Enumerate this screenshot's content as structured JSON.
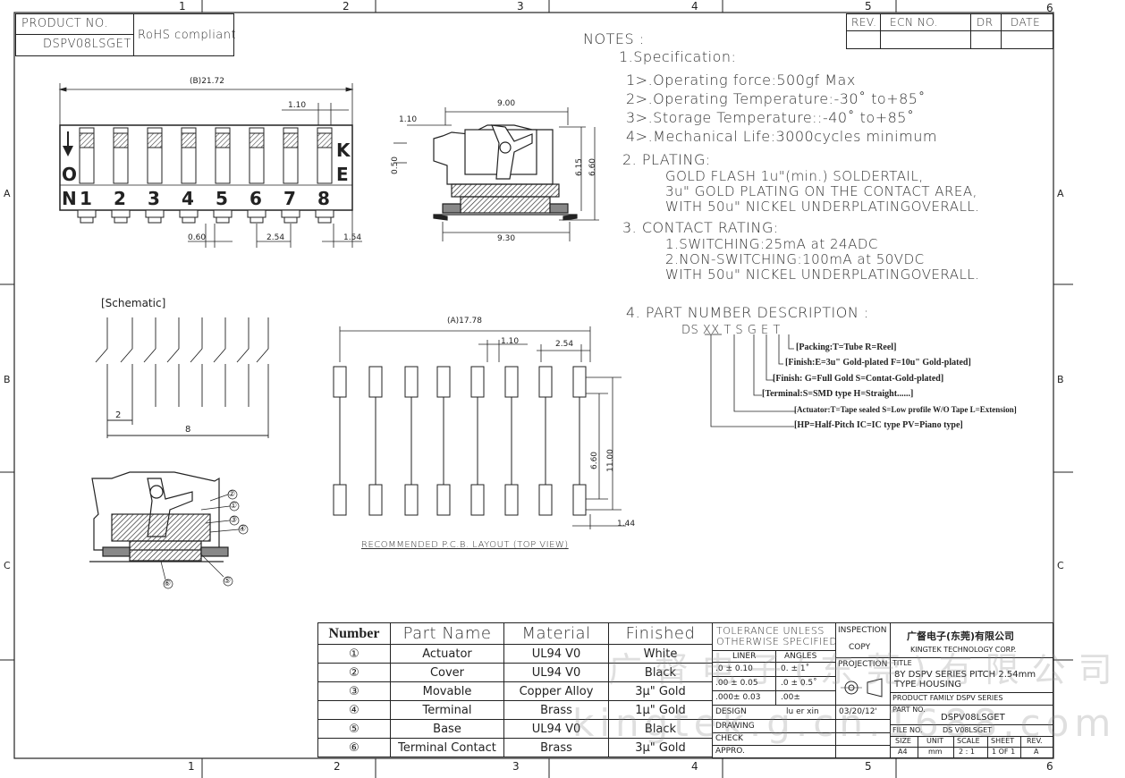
{
  "border": {
    "top_numbers": [
      "1",
      "2",
      "3",
      "4",
      "5",
      "6"
    ],
    "bottom_numbers": [
      "1",
      "2",
      "3",
      "4",
      "5",
      "6"
    ],
    "side_letters": [
      "A",
      "B",
      "C"
    ]
  },
  "title_block": {
    "product_label": "PRODUCT   NO.",
    "product_no": "DSPV08LSGET",
    "rohs": "RoHS  compliant"
  },
  "revision_block": {
    "rev": "REV.",
    "ecn": "ECN  NO.",
    "dr": "DR",
    "date": "DATE"
  },
  "notes": {
    "title": "NOTES :",
    "spec_title": "1.Specification:",
    "spec_items": [
      "1>.Operating  force:500gf  Max",
      "2>.Operating  Temperature:-30˚ to+85˚",
      "3>.Storage  Temperature::-40˚ to+85˚",
      "4>.Mechanical  Life:3000cycles  minimum"
    ],
    "plating_title": "2.  PLATING:",
    "plating_lines": [
      "GOLD  FLASH  1u\"(min.)  SOLDERTAIL,",
      "3u\"  GOLD  PLATING    ON  THE  CONTACT  AREA,",
      "WITH  50u\"  NICKEL  UNDERPLATINGOVERALL."
    ],
    "contact_title": "3.  CONTACT  RATING:",
    "contact_lines": [
      "1.SWITCHING:25mA  at  24ADC",
      "2.NON-SWITCHING:100mA  at  50VDC",
      "WITH  50u\"  NICKEL  UNDERPLATINGOVERALL."
    ],
    "pn_title": "4.  PART  NUMBER  DESCRIPTION  :",
    "pn_code": "DS XX  T  S G E T",
    "pn_desc": [
      "[Packing:T=Tube  R=Reel]",
      "[Finish:E=3u\" Gold-plated  F=10u\" Gold-plated]",
      "[Finish:  G=Full Gold  S=Contat-Gold-plated]",
      "[Terminal:S=SMD  type   H=Straight......]",
      "[Actuator:T=Tape sealed S=Low profile W/O Tape L=Extension]",
      "[HP=Half-Pitch  IC=IC type  PV=Piano type]"
    ]
  },
  "top_view": {
    "width_dim": "(B)21.72",
    "dim_110": "1.10",
    "dim_060": "0.60",
    "dim_254": "2.54",
    "dim_154": "1.54",
    "on_label": [
      "O",
      "N"
    ],
    "ke_label": [
      "K",
      "E"
    ],
    "numbers": [
      "1",
      "2",
      "3",
      "4",
      "5",
      "6",
      "7",
      "8"
    ]
  },
  "side_view": {
    "dim_900": "9.00",
    "dim_110": "1.10",
    "dim_050": "0.50",
    "dim_615": "6.15",
    "dim_660": "6.60",
    "dim_930": "9.30"
  },
  "schematic": {
    "label": "[Schematic]",
    "dim_2": "2",
    "dim_8": "8"
  },
  "pcb": {
    "width_dim": "(A)17.78",
    "dim_110": "1.10",
    "dim_254": "2.54",
    "dim_660": "6.60",
    "dim_1100": "11.00",
    "dim_144": "1.44",
    "caption": "RECOMMENDED  P.C.B.  LAYOUT  (TOP  VIEW)"
  },
  "callouts": [
    "②",
    "①",
    "③",
    "④",
    "⑤",
    "⑥"
  ],
  "bom": {
    "headers": [
      "Number",
      "Part  Name",
      "Material",
      "Finished"
    ],
    "rows": [
      {
        "num": "①",
        "name": "Actuator",
        "material": "UL94  V0",
        "finish": "White"
      },
      {
        "num": "②",
        "name": "Cover",
        "material": "UL94  V0",
        "finish": "Black"
      },
      {
        "num": "③",
        "name": "Movable",
        "material": "Copper  Alloy",
        "finish": "3μ\" Gold"
      },
      {
        "num": "④",
        "name": "Terminal",
        "material": "Brass",
        "finish": "1μ\" Gold"
      },
      {
        "num": "⑤",
        "name": "Base",
        "material": "UL94  V0",
        "finish": "Black"
      },
      {
        "num": "⑥",
        "name": "Terminal  Contact",
        "material": "Brass",
        "finish": "3μ\" Gold"
      }
    ]
  },
  "tolerance": {
    "title1": "TOLERANCE  UNLESS",
    "title2": "OTHERWISE  SPECIFIED",
    "liner": "LINER",
    "angles": "ANGLES",
    "r1a": ".0   ±  0.10",
    "r1b": "0.  ±   1˚",
    "r2a": ".00  ±  0.05",
    "r2b": ".0  ±  0.5˚",
    "r3a": ".000±   0.03",
    "r3b": ".00±",
    "design": "DESIGN",
    "designer": "lu  er  xin",
    "date": "03/20/12'",
    "drawing": "DRAWING",
    "check": "CHECK",
    "appro": "APPRO."
  },
  "inspection": {
    "insp": "INSPECTION",
    "copy": "COPY",
    "projection": "PROJECTION"
  },
  "company": {
    "name_cn": "广督电子(东莞)有限公司",
    "name_en": "KINGTEK  TECHNOLOGY  CORP.",
    "title_label": "TITLE",
    "title_1": "8Y  DSPV  SERIES  PITCH  2.54mm",
    "title_2": "TYPE  HOUSING",
    "family": "PRODUCT  FAMILY  DSPV  SERIES",
    "part_label": "PART  NO.",
    "part_no": "DSPV08LSGET",
    "file_label": "FILE  NO.",
    "file_no": "DS V08LSGET",
    "size_h": "SIZE",
    "unit_h": "UNIT",
    "scale_h": "SCALE",
    "sheet_h": "SHEET",
    "rev_h": "REV.",
    "size": "A4",
    "unit": "mm",
    "scale": "2 : 1",
    "sheet": "1 OF 1",
    "rev": "A"
  },
  "watermark": {
    "line1": "广督电子(东莞)有限公司",
    "line2": "kingtek.g.cn.1688.com"
  }
}
